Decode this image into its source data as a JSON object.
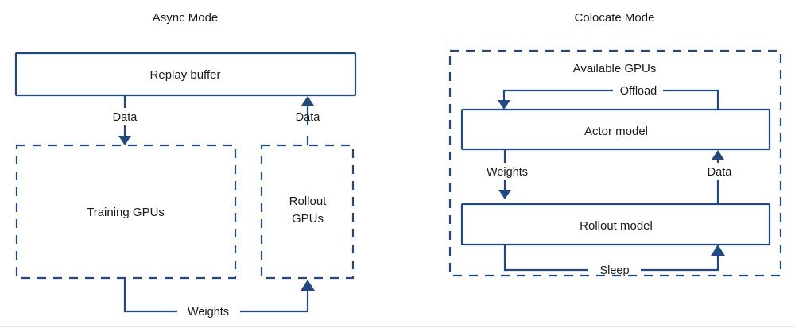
{
  "figure": {
    "background_color": "#ffffff",
    "line_color": "#23487d",
    "text_color": "#1a1a1a"
  },
  "panels": [
    {
      "id": "async",
      "title": "Async Mode",
      "boxes": [
        {
          "id": "replay-buffer",
          "label": "Replay buffer",
          "style": "solid"
        },
        {
          "id": "training-gpus",
          "label": "Training GPUs",
          "style": "dashed"
        },
        {
          "id": "rollout-gpus",
          "label_line1": "Rollout",
          "label_line2": "GPUs",
          "style": "dashed"
        }
      ],
      "edges": [
        {
          "id": "replay-to-training",
          "label": "Data",
          "from": "replay-buffer",
          "to": "training-gpus",
          "direction": "down"
        },
        {
          "id": "rollout-to-replay",
          "label": "Data",
          "from": "rollout-gpus",
          "to": "replay-buffer",
          "direction": "up"
        },
        {
          "id": "training-to-rollout",
          "label": "Weights",
          "from": "training-gpus",
          "to": "rollout-gpus",
          "direction": "right"
        }
      ]
    },
    {
      "id": "colocate",
      "title": "Colocate Mode",
      "group": {
        "id": "available-gpus",
        "label": "Available GPUs",
        "style": "dashed"
      },
      "boxes": [
        {
          "id": "actor-model",
          "label": "Actor model",
          "style": "solid"
        },
        {
          "id": "rollout-model",
          "label": "Rollout model",
          "style": "solid"
        }
      ],
      "edges": [
        {
          "id": "actor-offload",
          "label": "Offload",
          "from": "actor-model",
          "to": "actor-model",
          "direction": "loop-top"
        },
        {
          "id": "actor-to-rollout",
          "label": "Weights",
          "from": "actor-model",
          "to": "rollout-model",
          "direction": "down"
        },
        {
          "id": "rollout-to-actor",
          "label": "Data",
          "from": "rollout-model",
          "to": "actor-model",
          "direction": "up"
        },
        {
          "id": "rollout-sleep",
          "label": "Sleep",
          "from": "rollout-model",
          "to": "rollout-model",
          "direction": "loop-bottom"
        }
      ]
    }
  ]
}
